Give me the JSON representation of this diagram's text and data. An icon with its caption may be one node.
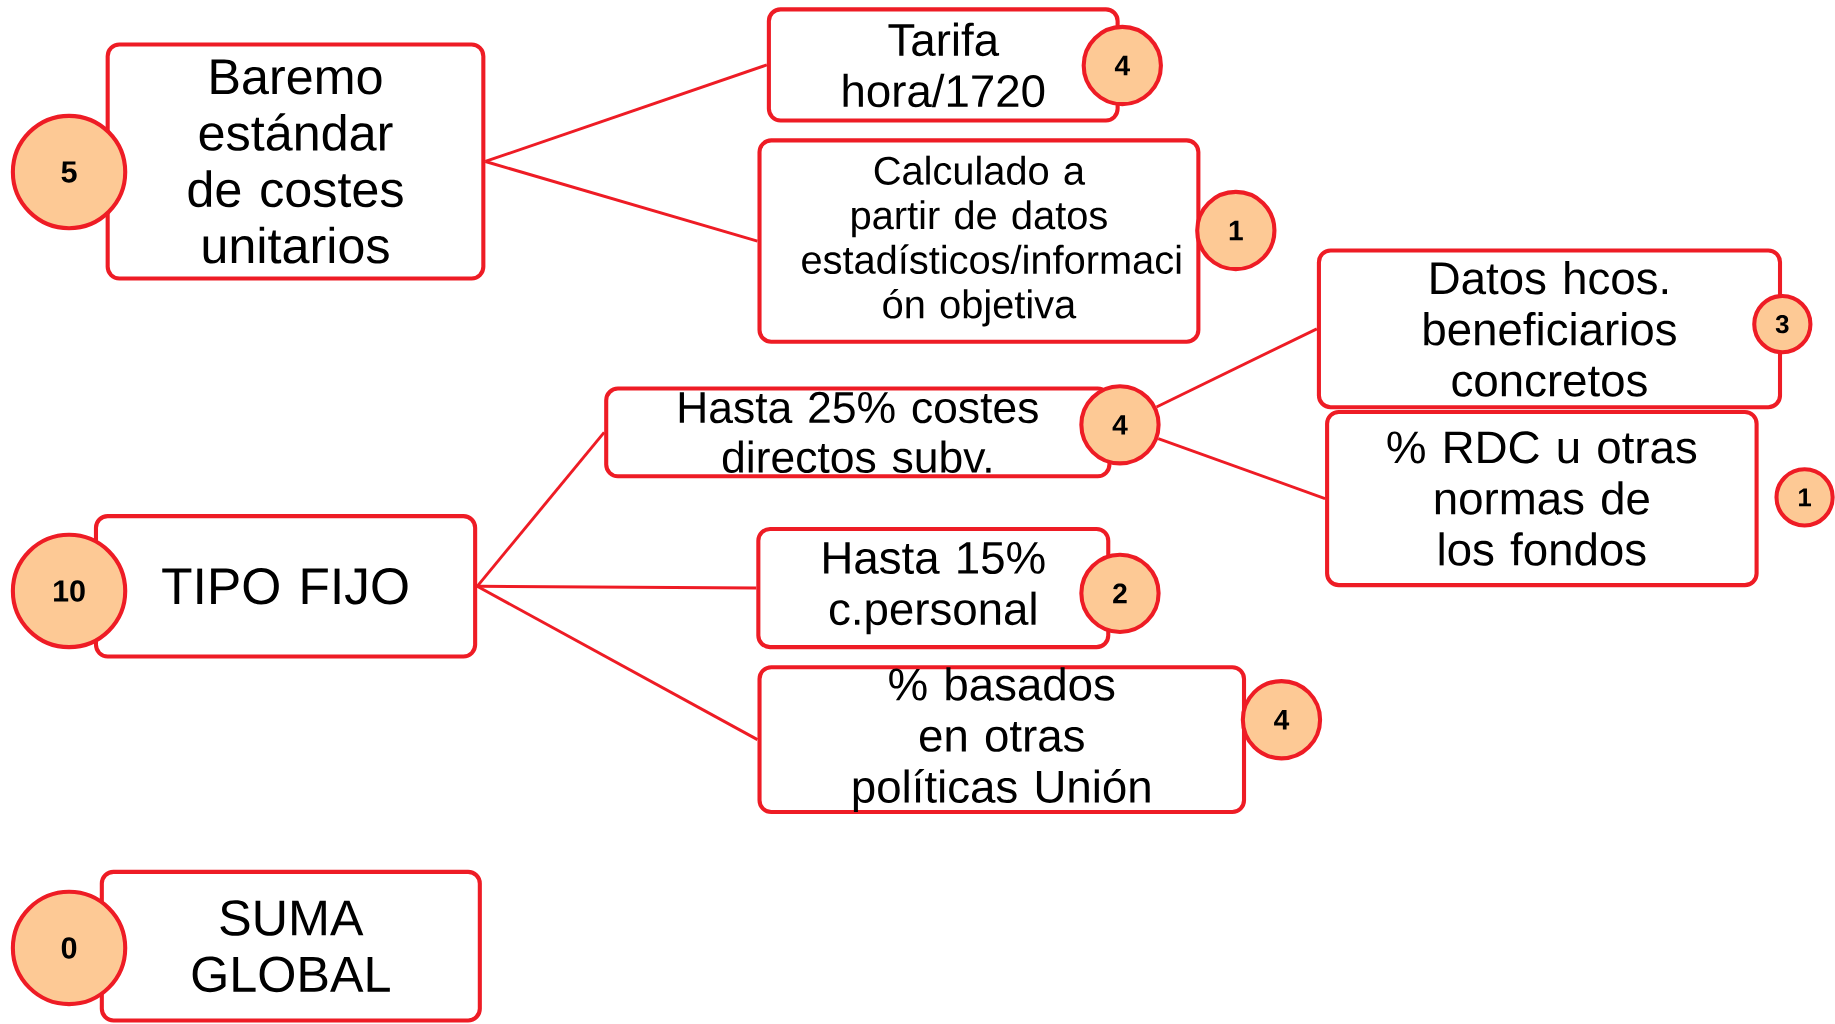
{
  "diagram": {
    "nodes": [
      {
        "text": [
          "5"
        ]
      },
      {
        "text": [
          "Baremo estándar de costes unitarios"
        ]
      },
      {
        "text": [
          "Tarifa hora/1720"
        ]
      },
      {
        "text": [
          "4"
        ]
      },
      {
        "text": [
          "Calculado a partir de datos estadísticos/informaci ón objetiva"
        ]
      },
      {
        "text": [
          "1"
        ]
      },
      {
        "text": [
          "Datos hcos. beneficiarios concretos"
        ]
      },
      {
        "text": [
          "3"
        ]
      },
      {
        "text": [
          "Hasta 25% costes directos subv."
        ]
      },
      {
        "text": [
          "4"
        ]
      },
      {
        "text": [
          "% RDC u otras normas de los fondos"
        ]
      },
      {
        "text": [
          "1"
        ]
      },
      {
        "text": [
          "10"
        ]
      },
      {
        "text": [
          "TIPO FIJO"
        ]
      },
      {
        "text": [
          "Hasta 15% c.personal"
        ]
      },
      {
        "text": [
          "2"
        ]
      },
      {
        "text": [
          "% basados en otras políticas Unión"
        ]
      },
      {
        "text": [
          "4"
        ]
      },
      {
        "text": [
          "0"
        ]
      },
      {
        "text": [
          "SUMA GLOBAL"
        ]
      }
    ],
    "edges": [
      {
        "from": 1,
        "to": 2,
        "arrow": "none"
      },
      {
        "from": 1,
        "to": 4,
        "arrow": "none"
      },
      {
        "from": 9,
        "to": 6,
        "arrow": "none"
      },
      {
        "from": 9,
        "to": 10,
        "arrow": "none"
      },
      {
        "from": 13,
        "to": 8,
        "arrow": "none"
      },
      {
        "from": 13,
        "to": 14,
        "arrow": "none"
      },
      {
        "from": 13,
        "to": 16,
        "arrow": "none"
      }
    ]
  }
}
